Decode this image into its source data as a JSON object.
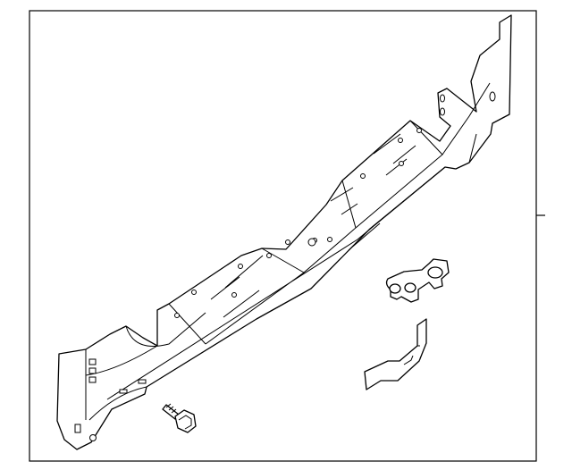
{
  "diagram": {
    "type": "parts-illustration",
    "line_color": "#000000",
    "background": "#ffffff",
    "parts": [
      "rail-panel",
      "bolt",
      "clip-nut",
      "bracket"
    ]
  }
}
